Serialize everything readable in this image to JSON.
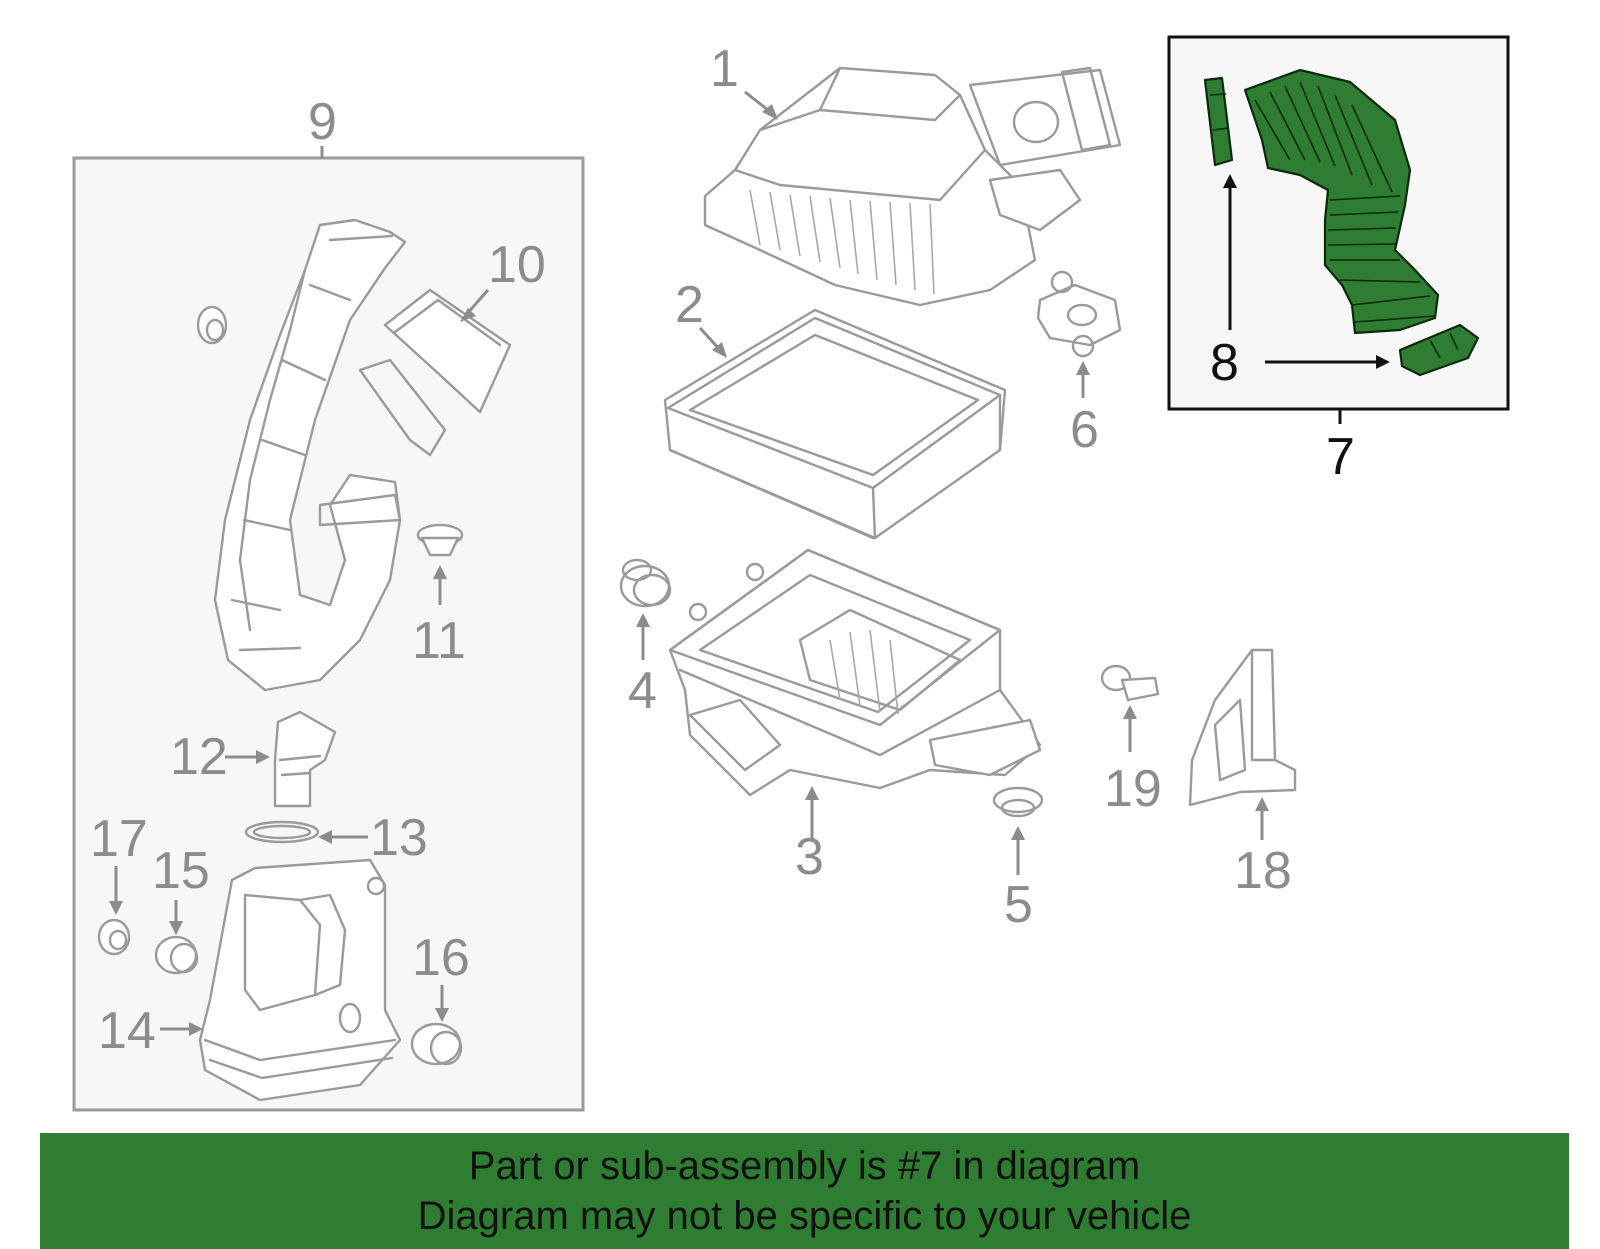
{
  "callouts": {
    "c1": "1",
    "c2": "2",
    "c3": "3",
    "c4": "4",
    "c5": "5",
    "c6": "6",
    "c7": "7",
    "c8": "8",
    "c9": "9",
    "c10": "10",
    "c11": "11",
    "c12": "12",
    "c13": "13",
    "c14": "14",
    "c15": "15",
    "c16": "16",
    "c17": "17",
    "c18": "18",
    "c19": "19"
  },
  "highlighted_part": "7",
  "colors": {
    "highlight": "#2e7d32",
    "banner": "#2f7d32",
    "line_art": "#9a9a9a",
    "group_panel": "#f7f7f7"
  },
  "banner": {
    "line1": "Part or sub-assembly is #7 in diagram",
    "line2": "Diagram may not be specific to your vehicle"
  }
}
